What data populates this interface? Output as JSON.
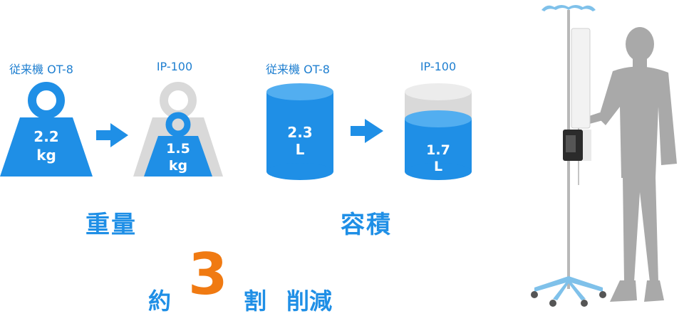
{
  "weight": {
    "old_label": "従来機 OT-8",
    "new_label": "IP-100",
    "old_value": "2.2",
    "old_unit": "kg",
    "new_value": "1.5",
    "new_unit": "kg",
    "title": "重量"
  },
  "volume": {
    "old_label": "従来機 OT-8",
    "new_label": "IP-100",
    "old_value": "2.3",
    "old_unit": "L",
    "new_value": "1.7",
    "new_unit": "L",
    "title": "容積"
  },
  "summary": {
    "prefix": "約",
    "number": "3",
    "suffix1": "割",
    "suffix2": "削減"
  },
  "colors": {
    "primary": "#1f8fe6",
    "ghost": "#d9d9d9",
    "silhouette": "#a9a9a9"
  }
}
